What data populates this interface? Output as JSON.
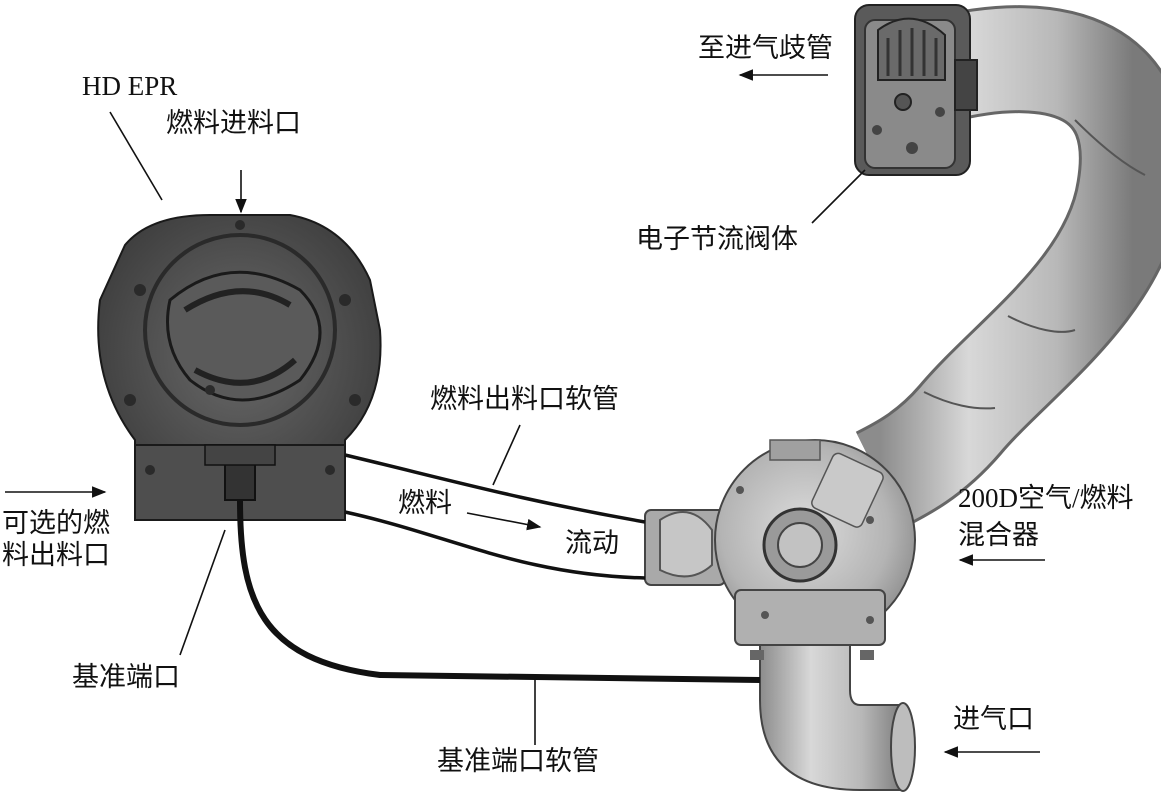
{
  "labels": {
    "to_intake_manifold": "至进气歧管",
    "hd_epr": "HD EPR",
    "fuel_inlet": "燃料进料口",
    "throttle_body": "电子节流阀体",
    "fuel_outlet_hose": "燃料出料口软管",
    "fuel": "燃料",
    "flow": "流动",
    "optional_outlet_line1": "可选的燃",
    "optional_outlet_line2": "料出料口",
    "mixer_line1": "200D空气/燃料",
    "mixer_line2": "混合器",
    "reference_port": "基准端口",
    "air_inlet": "进气口",
    "reference_port_hose": "基准端口软管"
  },
  "colors": {
    "line": "#111111",
    "housing_dark": "#4a4a4a",
    "metal_light": "#c8c8c8",
    "metal_mid": "#9a9a9a"
  }
}
